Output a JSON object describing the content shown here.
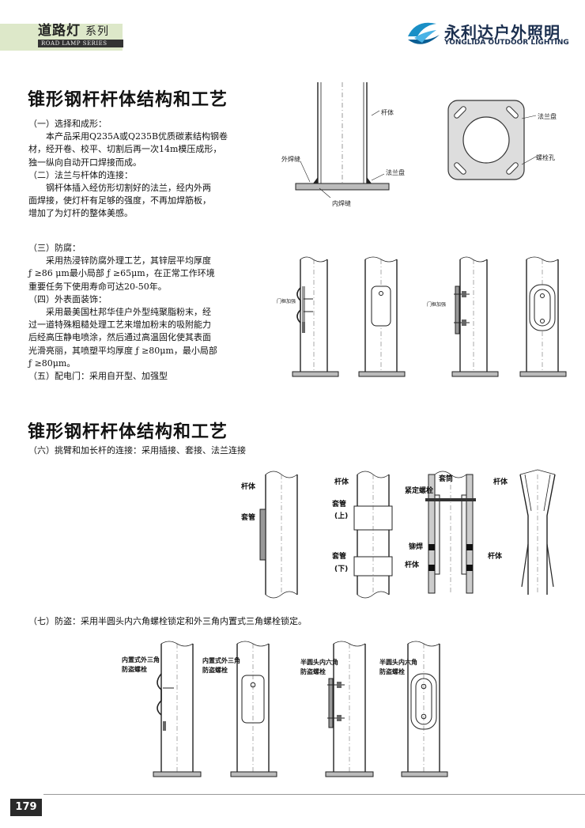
{
  "header": {
    "section_title": "道路灯",
    "series_label": "系列",
    "series_en": "ROAD LAMP SERIES",
    "company_cn": "永利达户外照明",
    "company_en": "YONGLIDA OUTDOOR LIGHTING"
  },
  "section1": {
    "title": "锥形钢杆杆体结构和工艺",
    "text1": [
      "（一）选择和成形：",
      "　　本产品采用Q235A或Q235B优质碳素结构钢卷",
      "材，经开卷、校平、切割后再一次14m模压成形，",
      "独一纵向自动开口焊接而成。",
      "（二）法兰与杆体的连接：",
      "　　钢杆体插入经仿形切割好的法兰，经内外两",
      "面焊接，使灯杆有足够的强度，不再加焊筋板，",
      "增加了为灯杆的整体美感。"
    ],
    "text2": [
      "（三）防腐：",
      "　　采用热浸锌防腐外理工艺，其锌层平均厚度",
      "ƒ ≥86 μm最小局部 ƒ ≥65μm，在正常工作环境",
      "重要任务下使用寿命可达20-50年。",
      "（四）外表面装饰：",
      "　　采用最美国杜邦华佳户外型纯聚脂粉末，经",
      "过一道特殊粗糙处理工艺来增加粉末的吸附能力",
      "后经高压静电喷涂，然后通过高温固化使其表面",
      "光滑亮丽，其喷塑平均厚度 ƒ ≥80μm，最小局部",
      "ƒ ≥80μm。",
      "（五）配电门：采用自开型、加强型"
    ],
    "labels": {
      "pole": "杆体",
      "flange": "法兰盘",
      "outer_weld": "外焊缝",
      "inner_weld": "内焊缝",
      "flange_top": "法兰盘",
      "mount_hole": "螺栓孔",
      "door_l": "门框加强",
      "door_r": "门框加强"
    }
  },
  "section2": {
    "title": "锥形钢杆杆体结构和工艺",
    "caption6": "（六）挑臂和加长杆的连接：采用插接、套接、法兰连接",
    "labels": {
      "pole_a": "杆体",
      "sleeve_a": "套管",
      "pole_b": "杆体",
      "sleeve_up": "套管",
      "up": "(上)",
      "sleeve_dn": "套管",
      "dn": "(下)",
      "cap": "套筒",
      "bolt": "紧定螺栓",
      "rivet": "铆焊",
      "pole_c": "杆体",
      "pole_d": "杆体",
      "pole_e": "杆体"
    },
    "caption7": "（七）防盗：采用半圆头内六角螺栓锁定和外三角内置式三角螺栓锁定。",
    "labels7": {
      "a1": "内置式外三角",
      "a2": "防盗螺栓",
      "b1": "内置式外三角",
      "b2": "防盗螺栓",
      "c1": "半圆头内六角",
      "c2": "防盗螺栓",
      "d1": "半圆头内六角",
      "d2": "防盗螺栓"
    }
  },
  "footer": {
    "page": "179"
  }
}
